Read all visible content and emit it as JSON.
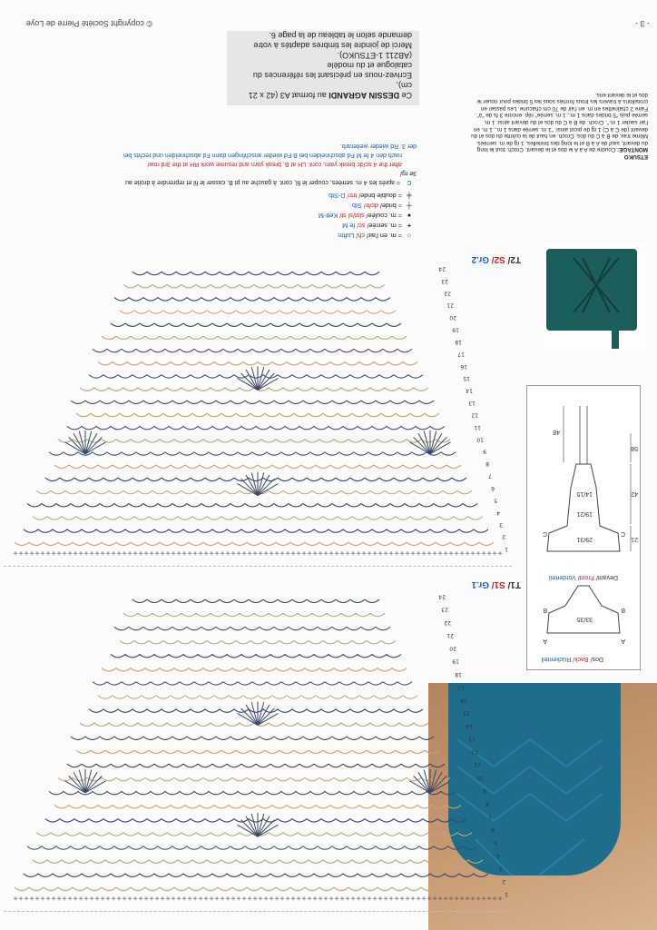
{
  "header": {
    "copyright": "© copyright Société Pierre de Loye",
    "page_number": "- 3 -"
  },
  "photo": {
    "alt_icon": "crochet-top-photo"
  },
  "detail_photo": {
    "alt_icon": "back-lacing-detail-photo"
  },
  "measurements": {
    "front_label_fr": "Devant/ ",
    "front_label_en": "Front/ ",
    "front_label_de": "Vorderteil",
    "back_label_fr": "Dos/ ",
    "back_label_en": "Back/ ",
    "back_label_de": "Rückenteil",
    "back_width": "33/35",
    "front_width": "29/31",
    "front_mid": "19/21",
    "front_neck": "14/15",
    "side_21": "21",
    "side_42": "42",
    "side_58": "58",
    "strap_48": "48",
    "letters": [
      "A",
      "B",
      "C"
    ]
  },
  "montage": {
    "title_brand": "ETSUKO",
    "title_label": "MONTAGE:",
    "text": "Coudre de A à A le dos et le devant. Croch. tout le long du devant, sauf de A à B et le long des bretelles, 1 rg de m. serrées. Même trav. de B à C du dos. Croch. en haut de la culotte du dos et du devant (de C à C) 1 rg de picot ainsi: \"1 m. serrée dans 1 m., 1 m. en l'air sauter 1 m.\". Croch. de B à C du dos et du devant ainsi: 1 m. serrée puis \"5 brides dans 1 m., 1 m. serrée\" rép. encore 3 fs de \"à\". Faire 2 chaînettes en m. en l'air de 70 cm chacune. Les passer en croisillons à travers les trous formés sous les 5 brides pour nouer le dos et le devant ens."
  },
  "diagrams": [
    {
      "prefix": "T1/ ",
      "s": "S1/ ",
      "gr": "Gr.1",
      "size_id": "size-1"
    },
    {
      "prefix": "T2/ ",
      "s": "S2/ ",
      "gr": "Gr.2",
      "size_id": "size-2"
    }
  ],
  "row_numbers": [
    "1",
    "2",
    "3",
    "4",
    "5",
    "6",
    "7",
    "8",
    "9",
    "10",
    "11",
    "12",
    "13",
    "14",
    "15",
    "16",
    "17",
    "18",
    "19",
    "20",
    "21",
    "22",
    "23",
    "24"
  ],
  "legend": {
    "items": [
      {
        "sym": "○",
        "fr": "= m. en l'air/ ",
        "en": "ch/ ",
        "de": "Luftm"
      },
      {
        "sym": "+",
        "fr": "= m. serrée/ ",
        "en": "sc/ ",
        "de": "fe M"
      },
      {
        "sym": "●",
        "fr": "= m. coulée/ ",
        "en": "slst/sl st/ ",
        "de": "Kett-M"
      },
      {
        "sym": "┼",
        "fr": "= bride/ ",
        "en": "dc/tr/ ",
        "de": "Stb"
      },
      {
        "sym": "╪",
        "fr": "= double bride/ ",
        "en": "trtr/ ",
        "de": "D-Stb"
      }
    ],
    "note_symbol": "C",
    "note_fr": "= après les 4 m. serrées, couper le fil, cont. à gauche au pt B, casser le fil et reprendre à droite au 3e rg/",
    "note_en": "after the 4 sc/dc break yarn, cont. LH at B, break yarn and resume work RH at the 3rd row/",
    "note_de": "nach den 4 fe M Fd abschneiden bei B Fd wieder anschlingen dann Fd abschneiden und rechts bei der 3. Rd wieder weiterarb."
  },
  "order": {
    "line1_pre": "Ce ",
    "line1_bold": "DESSIN AGRANDI",
    "line1_post": " au format A3 (42 x 21 cm),",
    "line2": "Ecrivez-nous en précisant les références du catalogue et du modèle",
    "line3": "(AB211 1-ETSUKO).",
    "line4": "Merci de joindre les timbres adaptés à votre demande selon le tableau de la page 6."
  },
  "colors": {
    "tan": "#c9a46a",
    "navy": "#3a4a66",
    "red": "#cc2222",
    "blue": "#1a5fb4"
  }
}
